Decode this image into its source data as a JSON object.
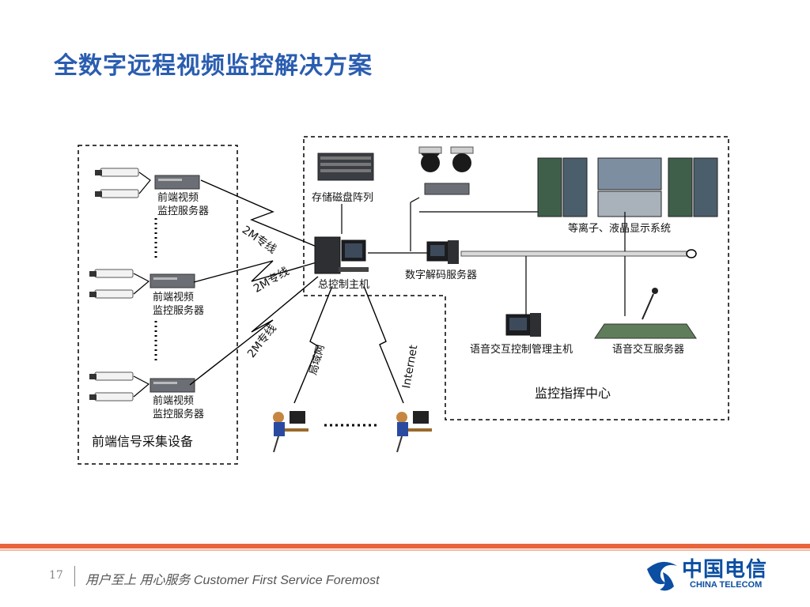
{
  "slide": {
    "title": "全数字远程视频监控解决方案",
    "page_number": "17",
    "slogan": "用户至上  用心服务  Customer First Service Foremost"
  },
  "logo": {
    "cn": "中国电信",
    "en": "CHINA TELECOM"
  },
  "front_end": {
    "group_label": "前端信号采集设备",
    "servers": [
      {
        "line1": "前端视频",
        "line2": "监控服务器"
      },
      {
        "line1": "前端视频",
        "line2": "监控服务器"
      },
      {
        "line1": "前端视频",
        "line2": "监控服务器"
      }
    ]
  },
  "links": {
    "leased_line_1": "2M专线",
    "leased_line_2": "2M专线",
    "leased_line_3": "2M专线",
    "lan": "局域网",
    "internet": "Internet"
  },
  "center": {
    "storage_label": "存储磁盘阵列",
    "main_host_label": "总控制主机",
    "decoder_label": "数字解码服务器",
    "display_label": "等离子、液晶显示系统",
    "voice_host_label": "语音交互控制管理主机",
    "voice_server_label": "语音交互服务器",
    "group_label": "监控指挥中心"
  },
  "clients": {
    "ellipsis": "……"
  },
  "colors": {
    "title": "#2a5db0",
    "accent": "#e8643c",
    "logo": "#0b4ea2"
  }
}
